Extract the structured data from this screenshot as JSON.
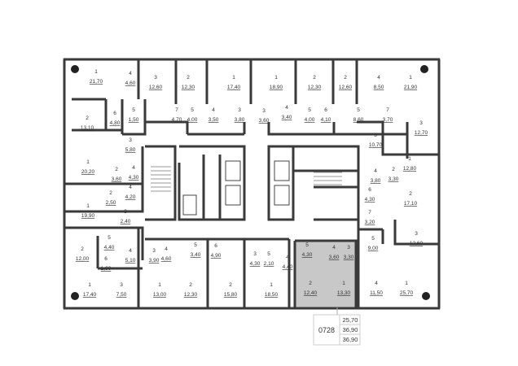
{
  "plan": {
    "highlight_color": "#c8c8c8",
    "rooms": [
      {
        "n": "1",
        "a": "21,70"
      },
      {
        "n": "4",
        "a": "4,60"
      },
      {
        "n": "3",
        "a": "12,60"
      },
      {
        "n": "2",
        "a": "12,30"
      },
      {
        "n": "1",
        "a": "17,40"
      },
      {
        "n": "2",
        "a": "13,10"
      },
      {
        "n": "6",
        "a": "4,80"
      },
      {
        "n": "5",
        "a": "1,50"
      },
      {
        "n": "7",
        "a": "4,70"
      },
      {
        "n": "5",
        "a": "4,00"
      },
      {
        "n": "4",
        "a": "3,50"
      },
      {
        "n": "3",
        "a": "3,80"
      },
      {
        "n": "3",
        "a": "3,60"
      },
      {
        "n": "1",
        "a": "18,90"
      },
      {
        "n": "4",
        "a": "3,40"
      },
      {
        "n": "5",
        "a": "4,00"
      },
      {
        "n": "6",
        "a": "4,10"
      },
      {
        "n": "2",
        "a": "12,30"
      },
      {
        "n": "2",
        "a": "12,60"
      },
      {
        "n": "4",
        "a": "8,50"
      },
      {
        "n": "1",
        "a": "21,90"
      },
      {
        "n": "5",
        "a": "8,60"
      },
      {
        "n": "7",
        "a": "3,70"
      },
      {
        "n": "3",
        "a": "12,70"
      },
      {
        "n": "3",
        "a": "10,70"
      },
      {
        "n": "1",
        "a": "12,80"
      },
      {
        "n": "2",
        "a": "3,30"
      },
      {
        "n": "4",
        "a": "3,80"
      },
      {
        "n": "3",
        "a": "5,80"
      },
      {
        "n": "1",
        "a": "20,20"
      },
      {
        "n": "2",
        "a": "3,60"
      },
      {
        "n": "4",
        "a": "4,30"
      },
      {
        "n": "4",
        "a": "4,20"
      },
      {
        "n": "2",
        "a": "2,50"
      },
      {
        "n": "1",
        "a": "19,90"
      },
      {
        "n": "3",
        "a": "2,40"
      },
      {
        "n": "5",
        "a": "4,40"
      },
      {
        "n": "2",
        "a": "12,00"
      },
      {
        "n": "6",
        "a": "1,90"
      },
      {
        "n": "4",
        "a": "5,10"
      },
      {
        "n": "1",
        "a": "17,40"
      },
      {
        "n": "3",
        "a": "7,50"
      },
      {
        "n": "3",
        "a": "3,90"
      },
      {
        "n": "4",
        "a": "4,60"
      },
      {
        "n": "5",
        "a": "3,40"
      },
      {
        "n": "6",
        "a": "4,90"
      },
      {
        "n": "3",
        "a": "4,30"
      },
      {
        "n": "5",
        "a": "2,10"
      },
      {
        "n": "4",
        "a": "4,40"
      },
      {
        "n": "1",
        "a": "13,00"
      },
      {
        "n": "2",
        "a": "12,30"
      },
      {
        "n": "2",
        "a": "15,80"
      },
      {
        "n": "1",
        "a": "18,50"
      },
      {
        "n": "5",
        "a": "4,30"
      },
      {
        "n": "4",
        "a": "3,60"
      },
      {
        "n": "3",
        "a": "3,30"
      },
      {
        "n": "2",
        "a": "12,40"
      },
      {
        "n": "1",
        "a": "13,30"
      },
      {
        "n": "6",
        "a": "4,30"
      },
      {
        "n": "2",
        "a": "17,10"
      },
      {
        "n": "7",
        "a": "3,20"
      },
      {
        "n": "3",
        "a": "12,60"
      },
      {
        "n": "5",
        "a": "9,00"
      },
      {
        "n": "4",
        "a": "11,50"
      },
      {
        "n": "1",
        "a": "25,70"
      }
    ]
  },
  "legend": {
    "apartment_number": "0728",
    "area_1": "25,70",
    "area_2": "36,90",
    "area_3": "36,90"
  }
}
